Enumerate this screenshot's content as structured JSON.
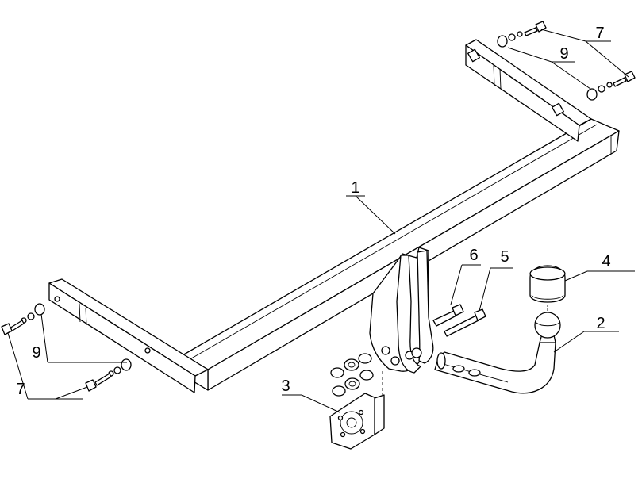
{
  "callouts": {
    "c1": "1",
    "c2": "2",
    "c3": "3",
    "c4": "4",
    "c5": "5",
    "c6": "6",
    "c7_top": "7",
    "c9_top": "9",
    "c9_left": "9",
    "c7_left": "7"
  },
  "colors": {
    "line": "#000000",
    "background": "#ffffff"
  }
}
